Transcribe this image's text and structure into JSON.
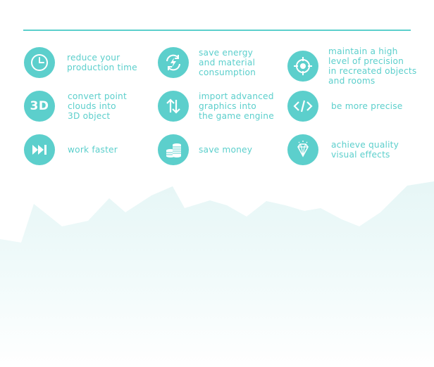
{
  "colors": {
    "accent": "#5ccfcc",
    "background": "#ffffff",
    "mountain": "#e9f7f7"
  },
  "features": [
    {
      "icon": "clock-icon",
      "label": "reduce your\nproduction time"
    },
    {
      "icon": "energy-cycle-icon",
      "label": "save energy\nand material\nconsumption"
    },
    {
      "icon": "crosshair-target-icon",
      "label": "maintain a high\nlevel of precision\nin recreated objects\nand rooms"
    },
    {
      "icon": "3d-icon",
      "icon_text": "3D",
      "label": "convert point\nclouds into\n3D object"
    },
    {
      "icon": "up-down-arrows-icon",
      "label": "import advanced\ngraphics into\nthe game engine"
    },
    {
      "icon": "code-brackets-icon",
      "label": "be more precise"
    },
    {
      "icon": "fast-forward-icon",
      "label": "work faster"
    },
    {
      "icon": "coins-stack-icon",
      "label": "save money"
    },
    {
      "icon": "diamond-icon",
      "label": "achieve quality\nvisual effects"
    }
  ]
}
